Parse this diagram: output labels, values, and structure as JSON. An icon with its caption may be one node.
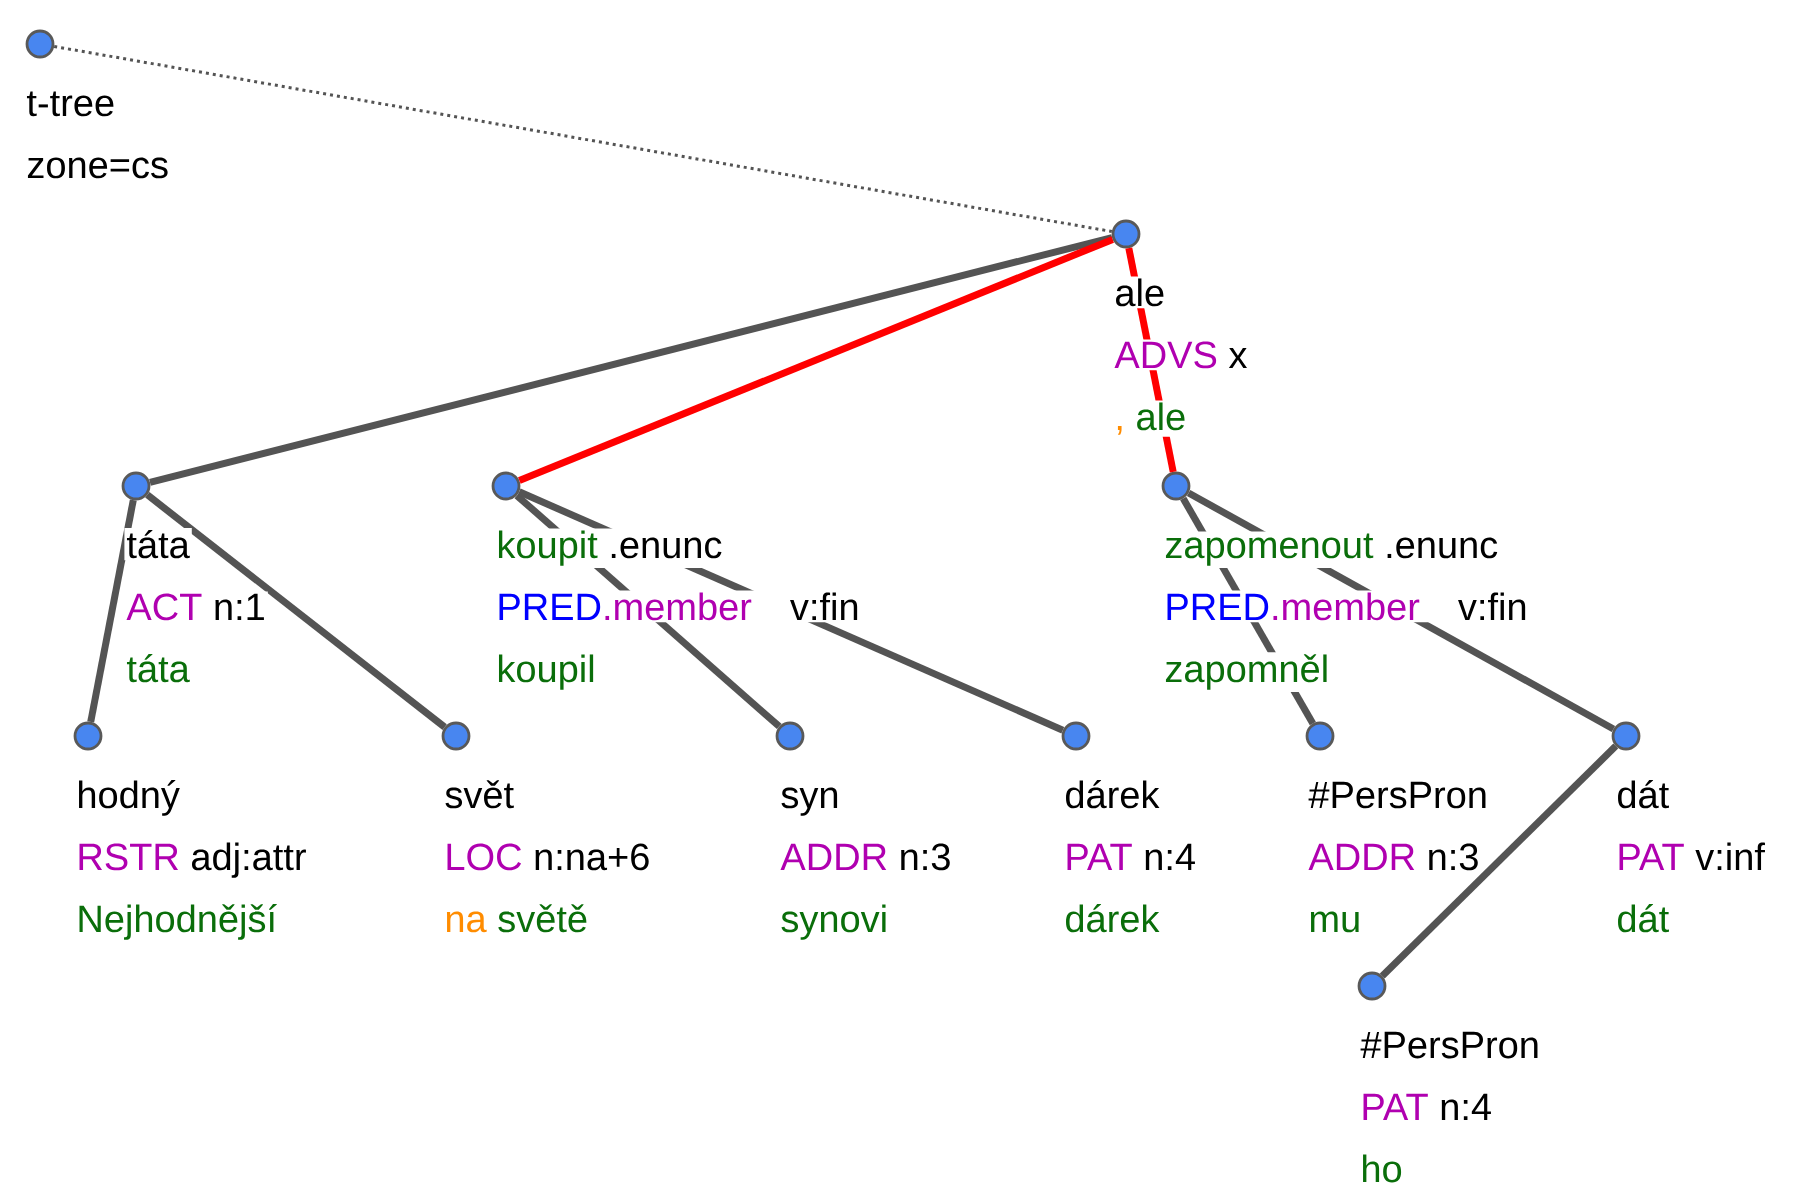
{
  "diagram": {
    "nodes": [
      {
        "text": [
          "t-tree",
          "zone=cs"
        ]
      },
      {
        "text": [
          "ale",
          "ADVS",
          "x",
          ",",
          "ale"
        ]
      },
      {
        "text": [
          "táta",
          "ACT",
          "n:1",
          "táta"
        ]
      },
      {
        "text": [
          "koupit",
          ".enunc",
          "PRED",
          ".member",
          "v:fin",
          "koupil"
        ]
      },
      {
        "text": [
          "zapomenout",
          ".enunc",
          "PRED",
          ".member",
          "v:fin",
          "zapomněl"
        ]
      },
      {
        "text": [
          "hodný",
          "RSTR",
          "adj:attr",
          "Nejhodnější"
        ]
      },
      {
        "text": [
          "svět",
          "LOC",
          "n:na+6",
          "na",
          "světě"
        ]
      },
      {
        "text": [
          "syn",
          "ADDR",
          "n:3",
          "synovi"
        ]
      },
      {
        "text": [
          "dárek",
          "PAT",
          "n:4",
          "dárek"
        ]
      },
      {
        "text": [
          "#PersPron",
          "ADDR",
          "n:3",
          "mu"
        ]
      },
      {
        "text": [
          "dát",
          "PAT",
          "v:inf",
          "dát"
        ]
      },
      {
        "text": [
          "#PersPron",
          "PAT",
          "n:4",
          "ho"
        ]
      }
    ],
    "edges": [
      {
        "from": 0,
        "to": 1,
        "arrow": "none",
        "style": "dashed"
      },
      {
        "from": 1,
        "to": 2,
        "arrow": "none"
      },
      {
        "from": 1,
        "to": 3,
        "arrow": "none",
        "color": "#ff0000"
      },
      {
        "from": 1,
        "to": 4,
        "arrow": "none",
        "color": "#ff0000"
      },
      {
        "from": 2,
        "to": 5,
        "arrow": "none"
      },
      {
        "from": 2,
        "to": 6,
        "arrow": "none"
      },
      {
        "from": 3,
        "to": 7,
        "arrow": "none"
      },
      {
        "from": 3,
        "to": 8,
        "arrow": "none"
      },
      {
        "from": 4,
        "to": 9,
        "arrow": "none"
      },
      {
        "from": 4,
        "to": 10,
        "arrow": "none"
      },
      {
        "from": 10,
        "to": 11,
        "arrow": "none"
      }
    ]
  }
}
